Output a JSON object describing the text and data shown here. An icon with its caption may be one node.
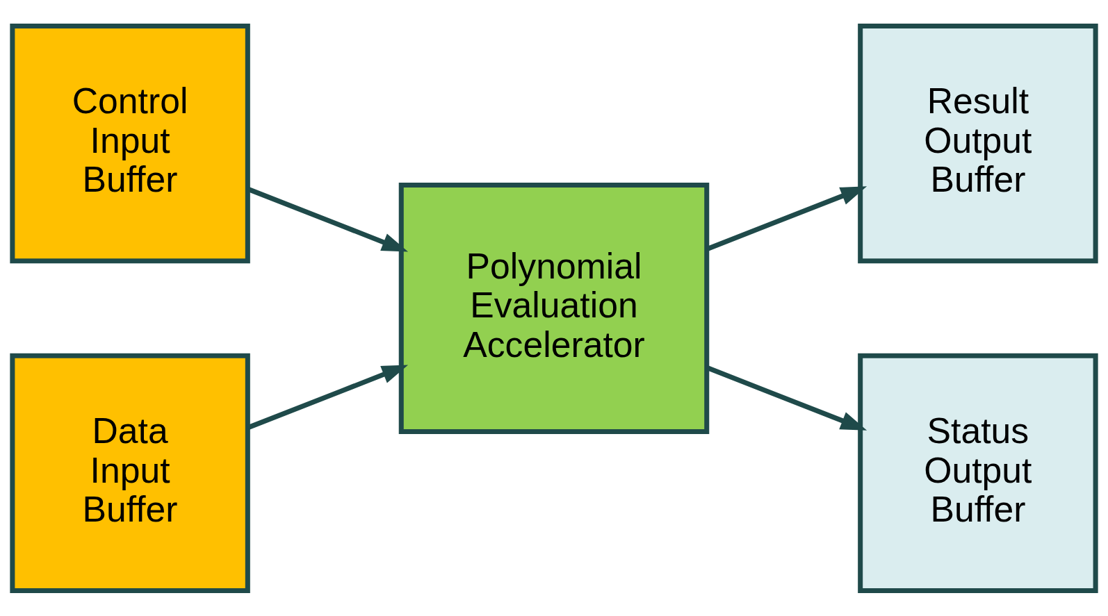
{
  "diagram": {
    "nodes": [
      {
        "text": [
          "Control Input Buffer"
        ]
      },
      {
        "text": [
          "Data Input Buffer"
        ]
      },
      {
        "text": [
          "Polynomial Evaluation Accelerator"
        ]
      },
      {
        "text": [
          "Result Output Buffer"
        ]
      },
      {
        "text": [
          "Status Output Buffer"
        ]
      }
    ],
    "edges": [
      {
        "from": 0,
        "to": 2,
        "arrow": "to"
      },
      {
        "from": 1,
        "to": 2,
        "arrow": "to"
      },
      {
        "from": 2,
        "to": 3,
        "arrow": "to"
      },
      {
        "from": 2,
        "to": 4,
        "arrow": "to"
      }
    ]
  }
}
